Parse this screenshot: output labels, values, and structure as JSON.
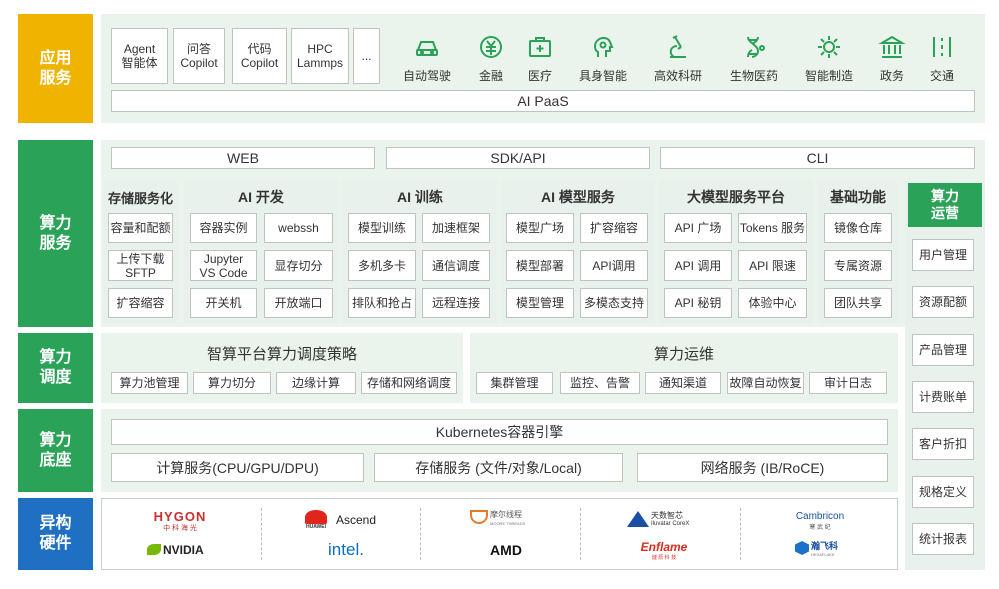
{
  "layers": {
    "app": "应用\n服务",
    "compute": "算力\n服务",
    "schedule": "算力\n调度",
    "base": "算力\n底座",
    "hetero": "异构\n硬件"
  },
  "app": {
    "boxes": [
      "Agent\n智能体",
      "问答\nCopilot",
      "代码\nCopilot",
      "HPC\nLammps",
      "..."
    ],
    "industries": [
      {
        "icon": "car-icon",
        "label": "自动驾驶"
      },
      {
        "icon": "finance-icon",
        "label": "金融"
      },
      {
        "icon": "medical-icon",
        "label": "医疗"
      },
      {
        "icon": "brain-icon",
        "label": "具身智能"
      },
      {
        "icon": "microscope-icon",
        "label": "高效科研"
      },
      {
        "icon": "dna-icon",
        "label": "生物医药"
      },
      {
        "icon": "gear-icon",
        "label": "智能制造"
      },
      {
        "icon": "government-icon",
        "label": "政务"
      },
      {
        "icon": "traffic-icon",
        "label": "交通"
      }
    ],
    "paas": "AI PaaS"
  },
  "access": [
    "WEB",
    "SDK/API",
    "CLI"
  ],
  "sections": [
    {
      "title": "存储服务化",
      "items": [
        "容量和配额",
        "上传下载\nSFTP",
        "扩容缩容"
      ]
    },
    {
      "title": "AI 开发",
      "items": [
        "容器实例",
        "webssh",
        "Jupyter\nVS Code",
        "显存切分",
        "开关机",
        "开放端口"
      ]
    },
    {
      "title": "AI 训练",
      "items": [
        "模型训练",
        "加速框架",
        "多机多卡",
        "通信调度",
        "排队和抢占",
        "远程连接"
      ]
    },
    {
      "title": "AI 模型服务",
      "items": [
        "模型广场",
        "扩容缩容",
        "模型部署",
        "API调用",
        "模型管理",
        "多模态支持"
      ]
    },
    {
      "title": "大模型服务平台",
      "items": [
        "API 广场",
        "Tokens 服务",
        "API 调用",
        "API 限速",
        "API 秘钥",
        "体验中心"
      ]
    },
    {
      "title": "基础功能",
      "items": [
        "镜像仓库",
        "专属资源",
        "团队共享"
      ]
    }
  ],
  "ops": {
    "title": "算力\n运营",
    "items": [
      "用户管理",
      "资源配额",
      "产品管理",
      "计费账单",
      "客户折扣",
      "规格定义",
      "统计报表"
    ]
  },
  "schedule": {
    "left_title": "智算平台算力调度策略",
    "left_items": [
      "算力池管理",
      "算力切分",
      "边缘计算",
      "存储和网络调度"
    ],
    "right_title": "算力运维",
    "right_items": [
      "集群管理",
      "监控、告警",
      "通知渠道",
      "故障自动恢复",
      "审计日志"
    ]
  },
  "base": {
    "k8s": "Kubernetes容器引擎",
    "services": [
      "计算服务(CPU/GPU/DPU)",
      "存储服务 (文件/对象/Local)",
      "网络服务 (IB/RoCE)"
    ]
  },
  "vendors": {
    "hygon": "HYGON",
    "hygon_sub": "中 科 海 光",
    "huawei": "HUAWEI",
    "ascend": "Ascend",
    "moore": "摩尔线程",
    "moore_sub": "MOORE THREADS",
    "iluvatar": "天数智芯",
    "iluvatar_sub": "Iluvatar CoreX",
    "cambricon": "Cambricon",
    "cambricon_sub": "寒 武 纪",
    "nvidia": "NVIDIA",
    "intel": "intel.",
    "amd": "AMD",
    "enflame": "Enflame",
    "enflame_sub": "燧 原 科 技",
    "hexaflake": "瀚飞科",
    "hexaflake_sub": "HEXAFLAKE"
  },
  "colors": {
    "app": "#f0b400",
    "green": "#2aa257",
    "blue": "#1f6fc3",
    "panel": "#eaf4ec"
  }
}
